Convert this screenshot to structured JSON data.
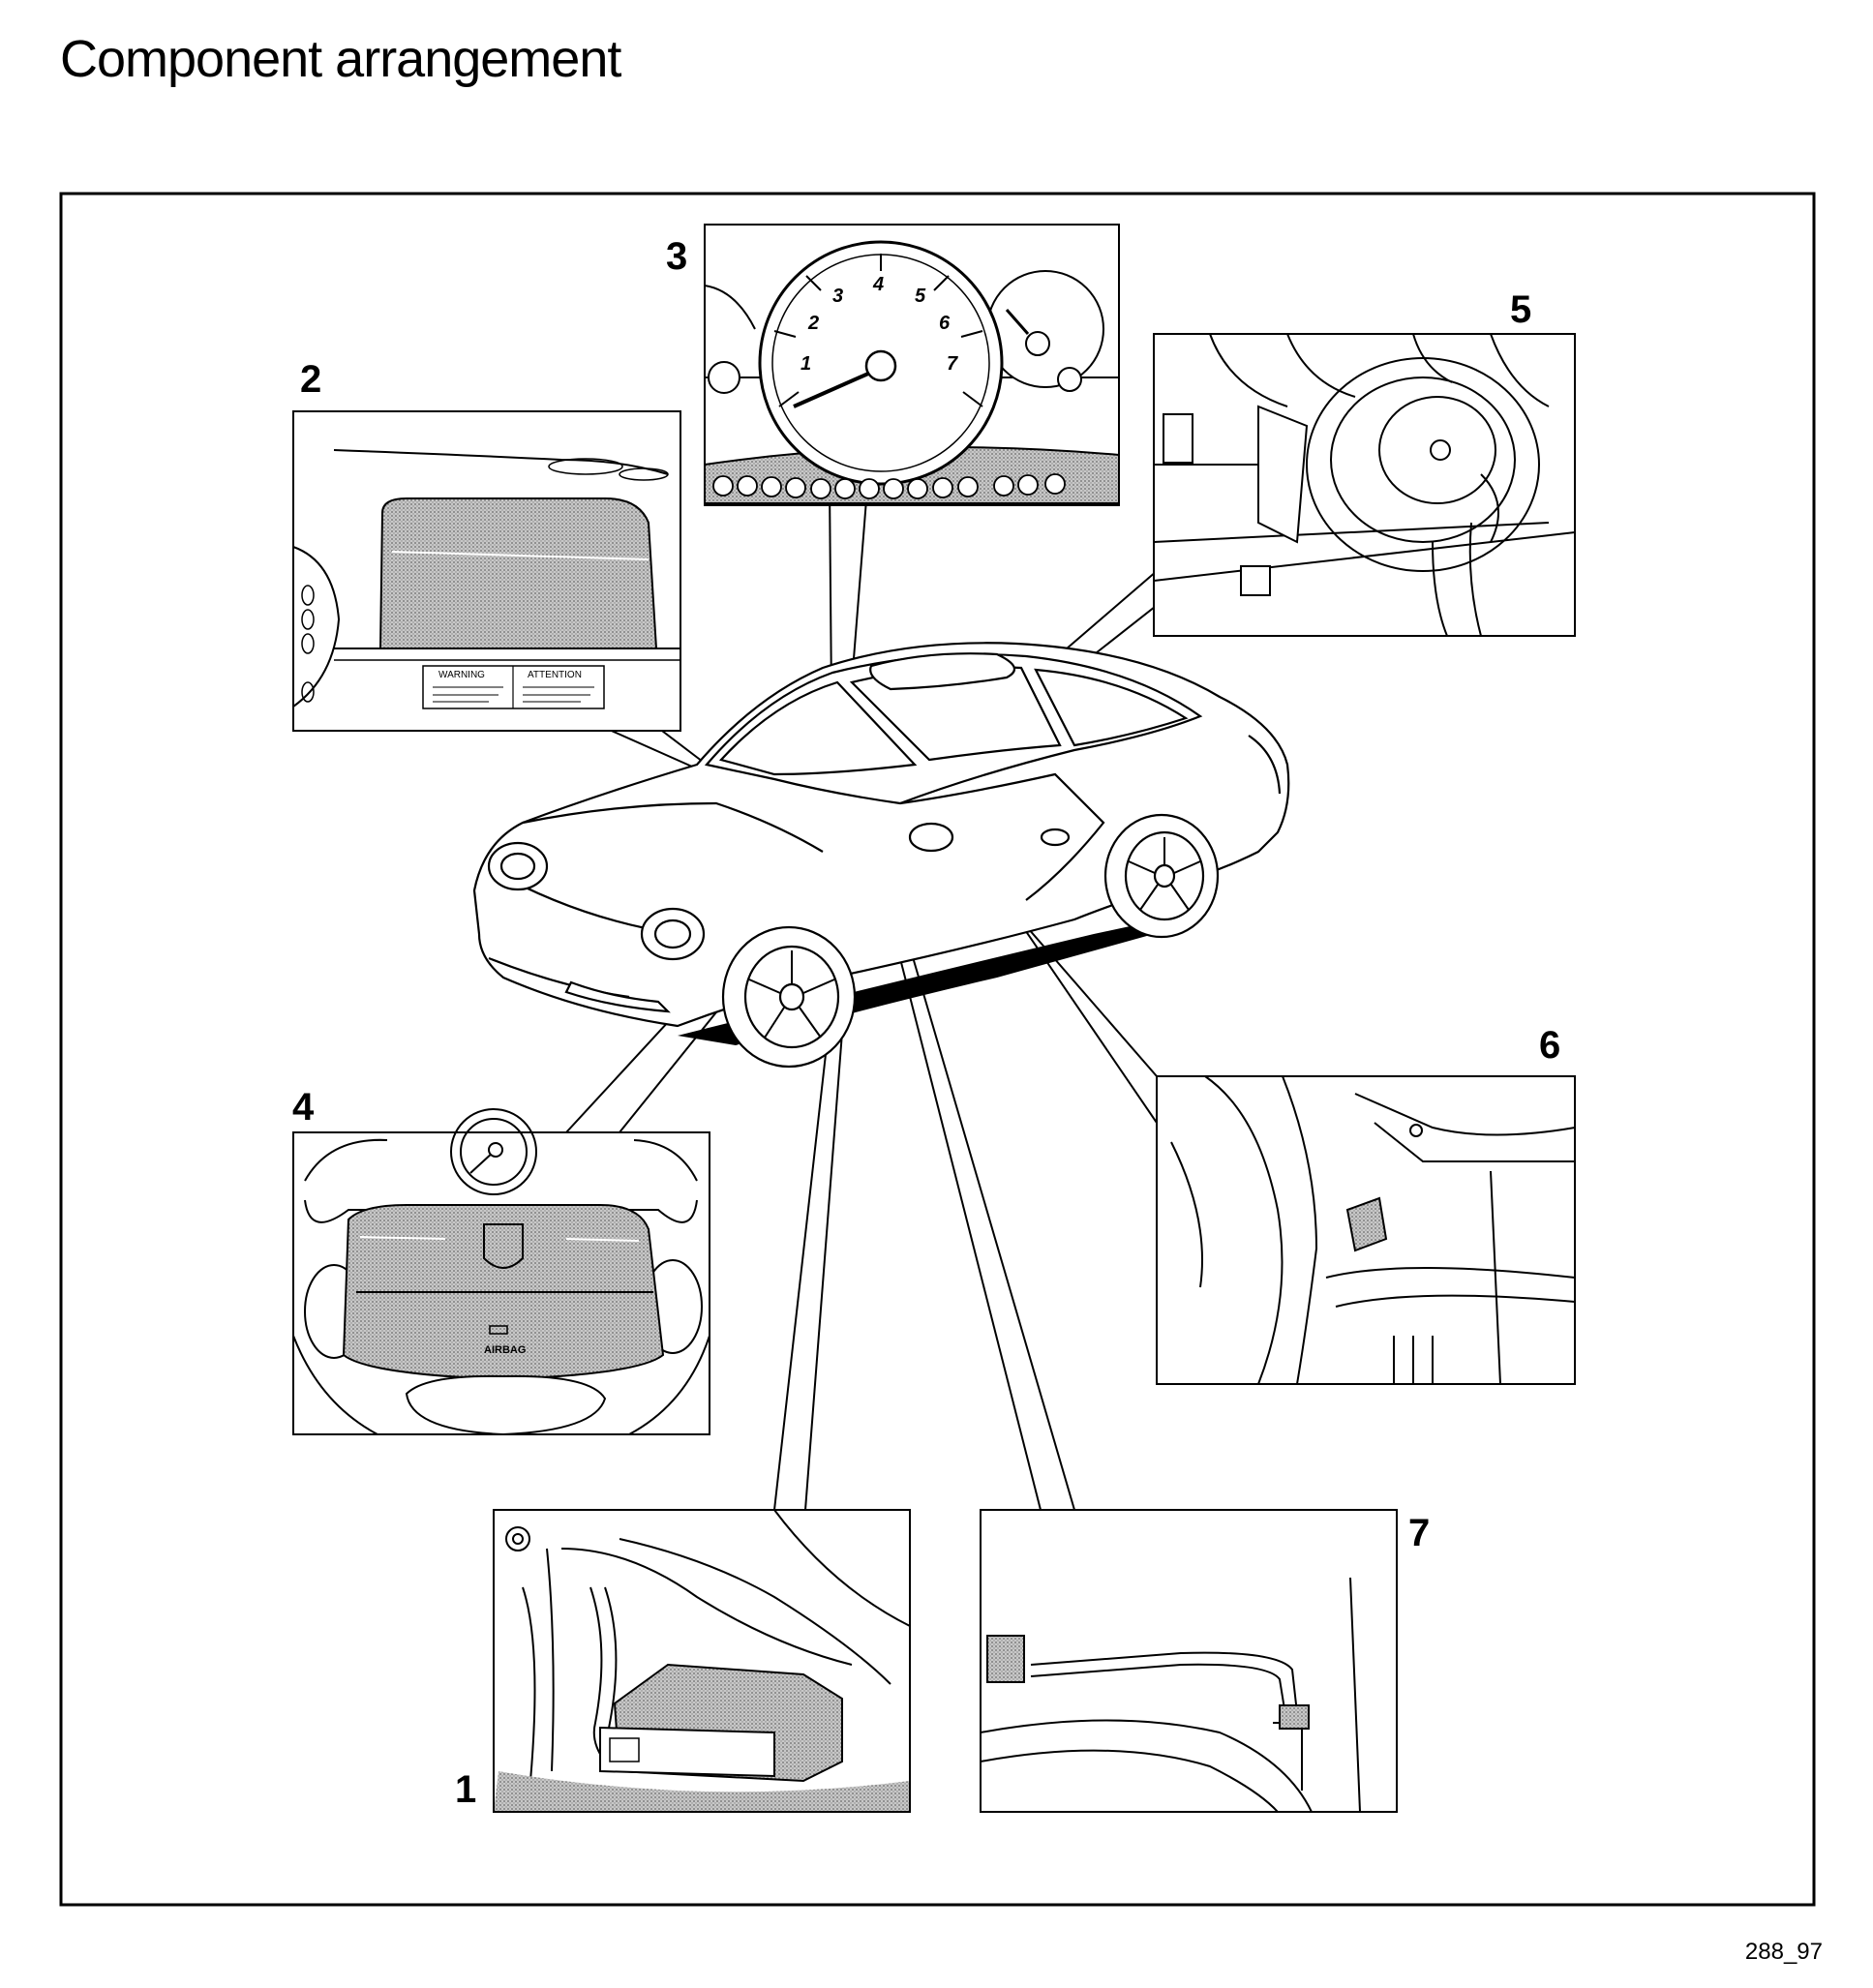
{
  "title": "Component arrangement",
  "figure_ref": "288_97",
  "callouts": [
    "1",
    "2",
    "3",
    "4",
    "5",
    "6",
    "7"
  ],
  "inset_texts": {
    "warning": "WARNING",
    "attention": "ATTENTION",
    "airbag": "AIRBAG"
  },
  "gauge_numbers": [
    "1",
    "2",
    "3",
    "4",
    "5",
    "6",
    "7"
  ],
  "colors": {
    "line": "#000000",
    "fill": "#b8b8b8",
    "background": "#ffffff"
  }
}
